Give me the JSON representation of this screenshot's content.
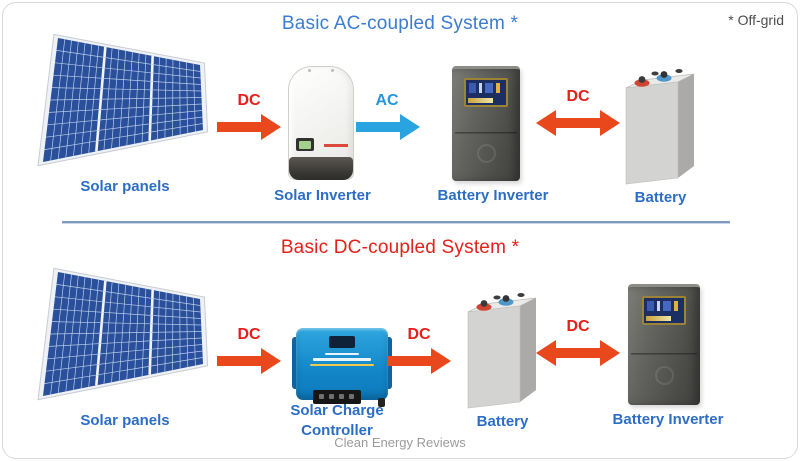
{
  "note_offgrid": "* Off-grid",
  "watermark": "Clean Energy Reviews",
  "colors": {
    "ac_title_blue": "#3c7cd1",
    "dc_title_red": "#e3211a",
    "component_label_blue": "#2d6ec5",
    "dc_arrow_orange": "#e8481c",
    "ac_arrow_blue": "#2aa3e1",
    "divider_blue": "#7e98c0"
  },
  "ac_system": {
    "title": "Basic AC-coupled System *",
    "labels": {
      "panels": "Solar panels",
      "solar_inverter": "Solar Inverter",
      "battery_inverter": "Battery Inverter",
      "battery": "Battery"
    },
    "links": {
      "panels_to_inverter": "DC",
      "inverter_to_battery_inverter": "AC",
      "battery_inverter_to_battery": "DC"
    }
  },
  "dc_system": {
    "title": "Basic DC-coupled System *",
    "labels": {
      "panels": "Solar panels",
      "charge_controller_line1": "Solar Charge",
      "charge_controller_line2": "Controller",
      "battery": "Battery",
      "battery_inverter": "Battery Inverter"
    },
    "links": {
      "panels_to_controller": "DC",
      "controller_to_battery": "DC",
      "battery_to_inverter": "DC"
    }
  }
}
